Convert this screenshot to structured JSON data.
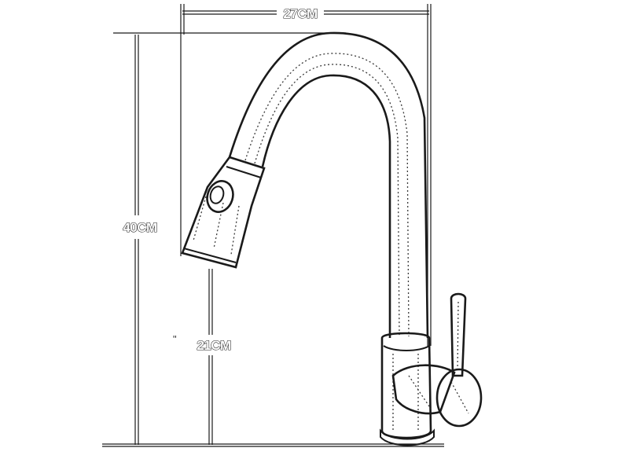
{
  "dimensions": {
    "width_label": "27CM",
    "height_label": "40CM",
    "spout_height_label": "21CM"
  },
  "stray_mark": "\""
}
